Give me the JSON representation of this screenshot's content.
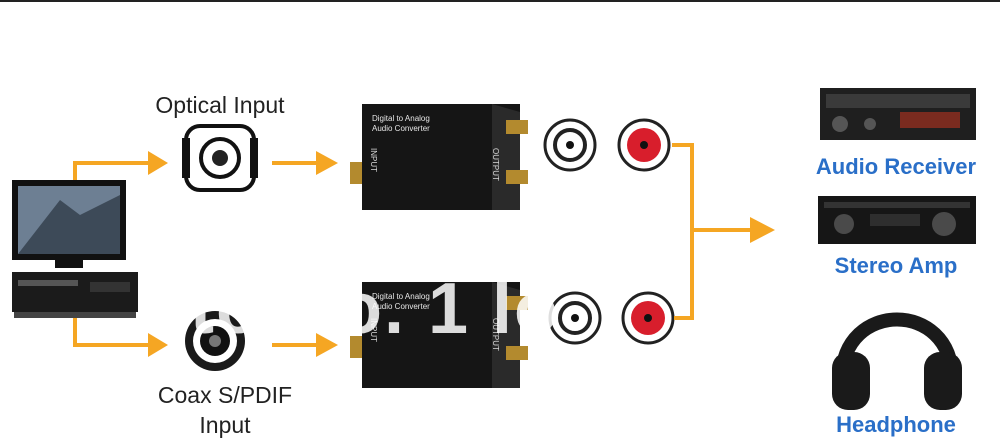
{
  "labels": {
    "optical_input": "Optical Input",
    "coax_line1": "Coax S/PDIF",
    "coax_line2": "Input",
    "audio_receiver": "Audio Receiver",
    "stereo_amp": "Stereo Amp",
    "headphone": "Headphone"
  },
  "converter": {
    "title_line1": "Digital to Analog",
    "title_line2": "Audio Converter",
    "in_side": "INPUT",
    "out_side": "OUTPUT"
  },
  "watermark": "to  No.  1   lo",
  "colors": {
    "arrow": "#f5a623",
    "label_blue": "#2a6fc8",
    "rca_red": "#d81e2c",
    "device_dark": "#151515"
  }
}
